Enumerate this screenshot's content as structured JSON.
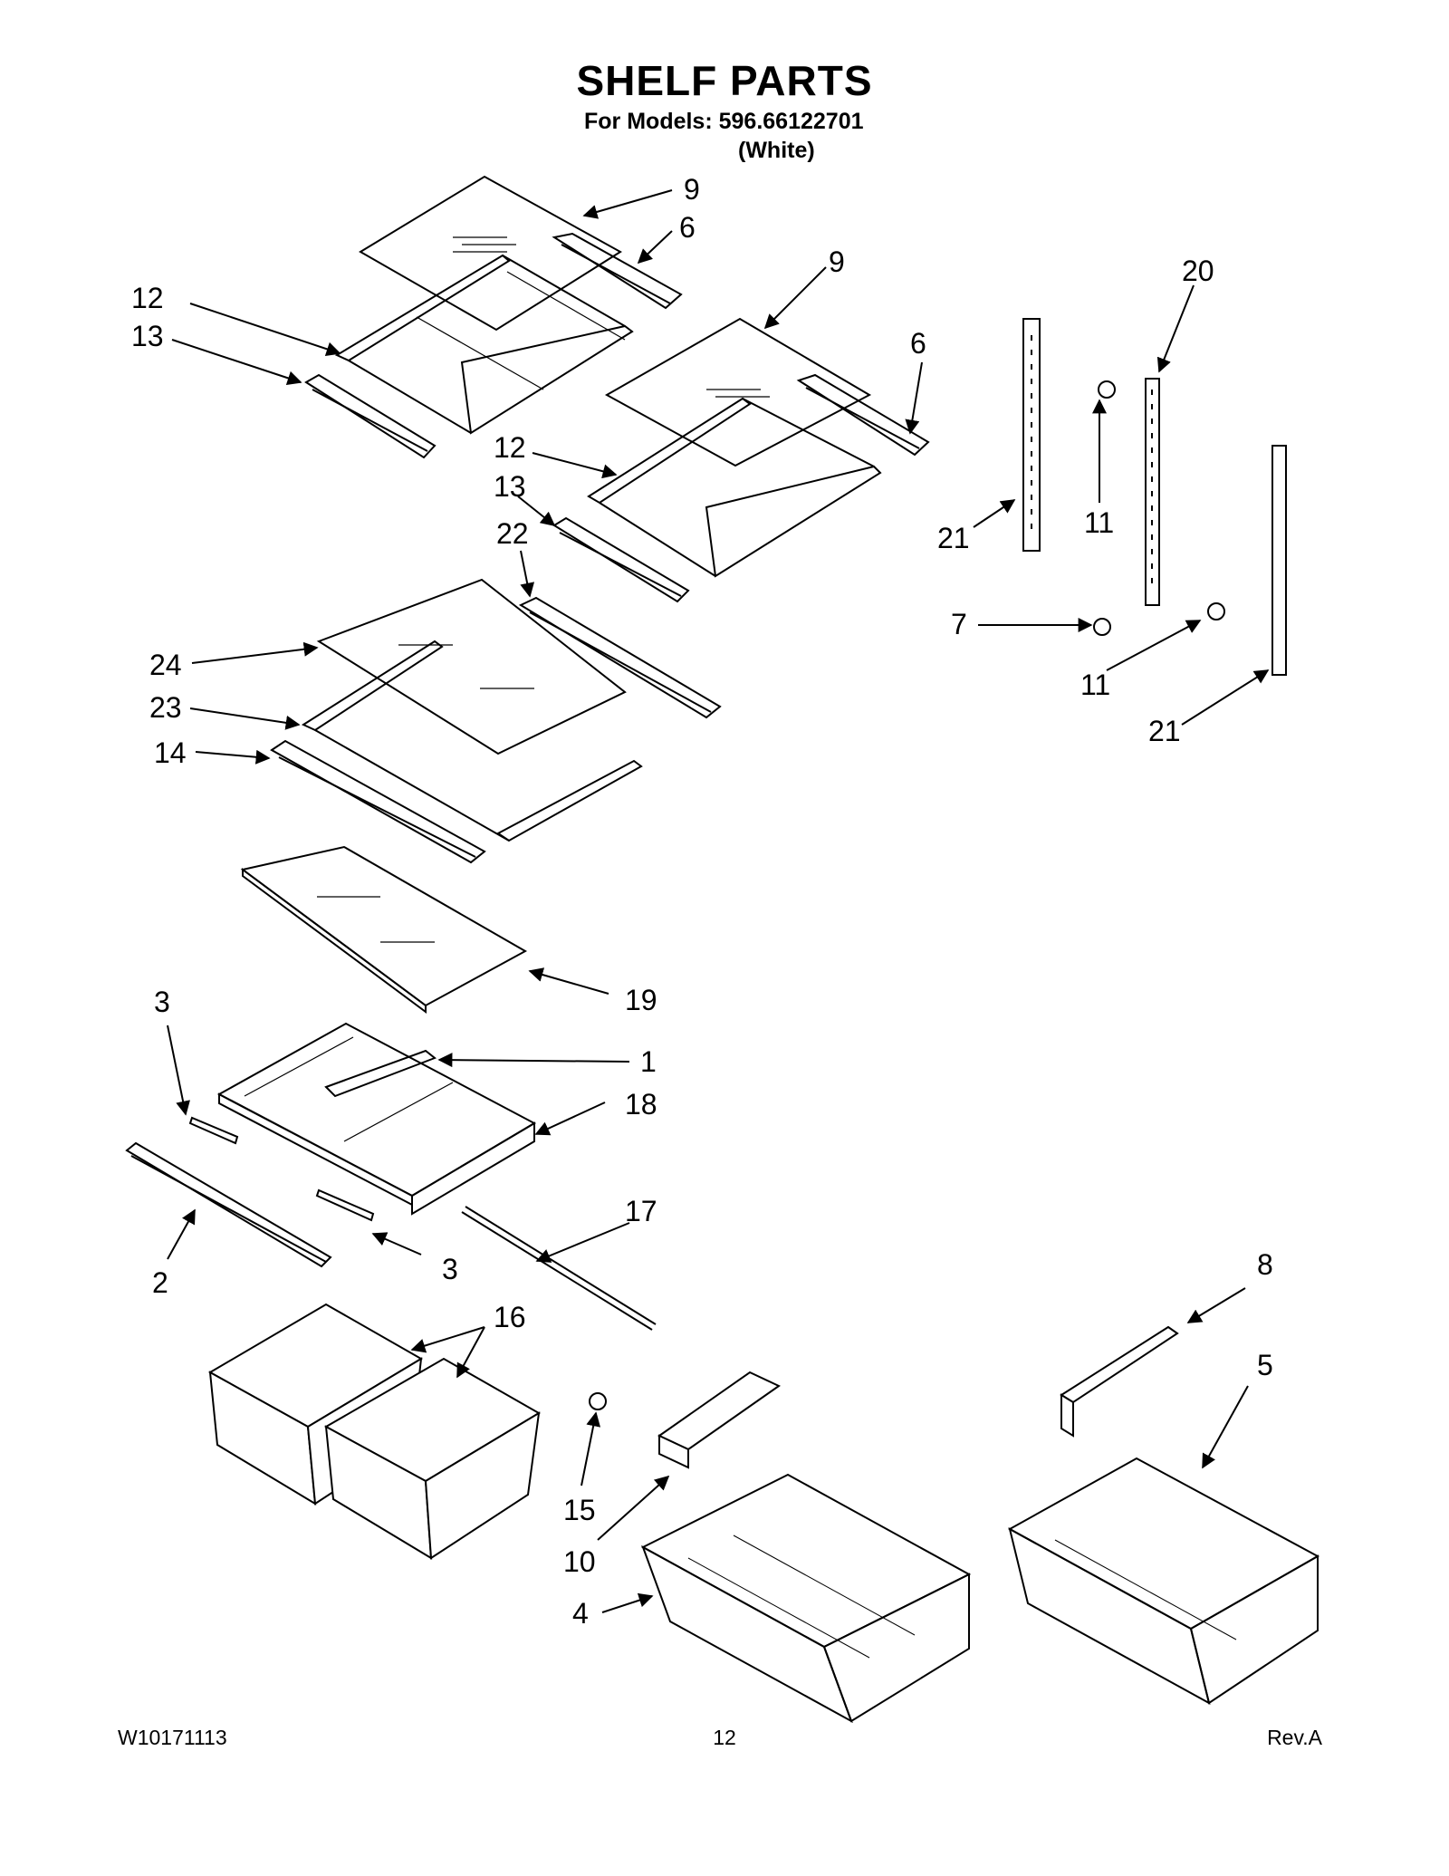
{
  "header": {
    "title": "SHELF PARTS",
    "models_line": "For Models: 596.66122701",
    "color_line": "(White)"
  },
  "callouts": [
    "9",
    "6",
    "12",
    "13",
    "9",
    "6",
    "12",
    "13",
    "22",
    "24",
    "23",
    "14",
    "19",
    "1",
    "3",
    "18",
    "2",
    "3",
    "17",
    "16",
    "15",
    "10",
    "4",
    "8",
    "5",
    "20",
    "21",
    "11",
    "7",
    "11",
    "21"
  ],
  "footer": {
    "doc_number": "W10171113",
    "page_number": "12",
    "revision": "Rev.A"
  }
}
